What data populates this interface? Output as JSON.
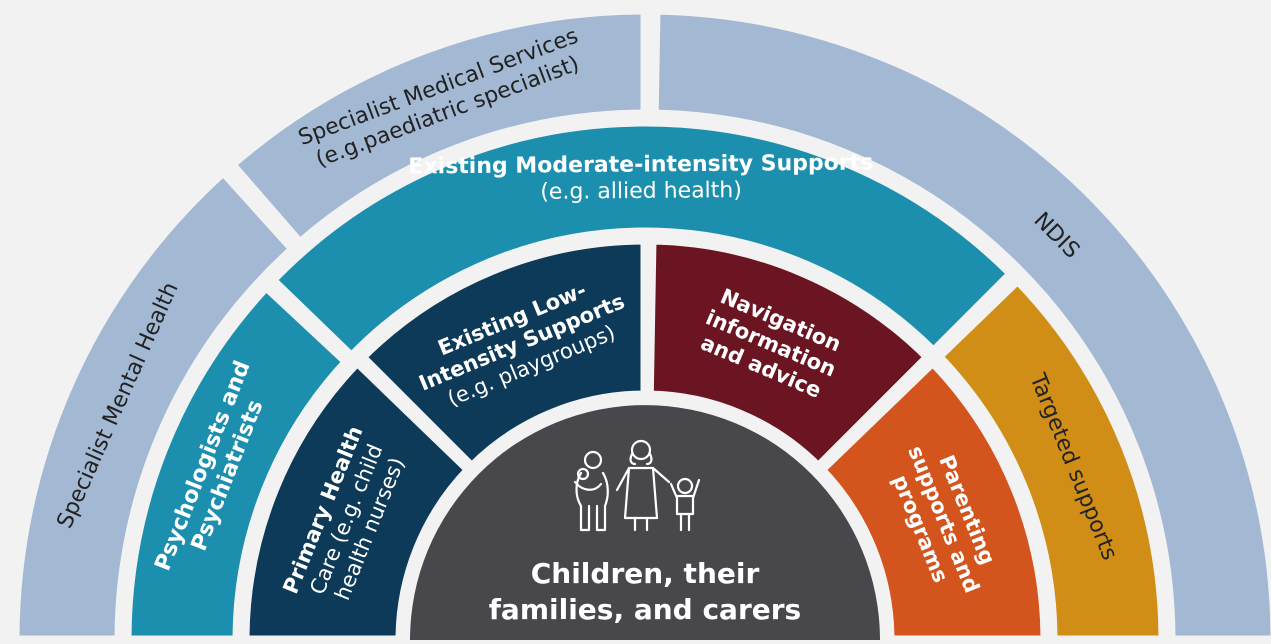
{
  "center": {
    "lines": [
      "Children, their",
      "families, and carers"
    ],
    "icon": "family-icon",
    "color": "#47474c"
  },
  "segments": [
    {
      "id": "specialist-mental-health",
      "ring": 4,
      "a0": 180,
      "a1": 132,
      "color": "#a3b8d3",
      "text_color": "#222222",
      "lines": [
        {
          "t": "Specialist Mental Health",
          "bold": false
        }
      ]
    },
    {
      "id": "specialist-medical-services",
      "ring": 4,
      "a0": 131,
      "a1": 90,
      "color": "#a3b8d3",
      "text_color": "#222222",
      "lines": [
        {
          "t": "Specialist Medical Services",
          "bold": false
        },
        {
          "t": "(e.g.paediatric specialist)",
          "bold": false
        }
      ]
    },
    {
      "id": "ndis",
      "ring": 4,
      "a0": 89,
      "a1": 0,
      "color": "#a3b8d3",
      "text_color": "#222222",
      "lines": [
        {
          "t": "NDIS",
          "bold": false
        }
      ]
    },
    {
      "id": "psychologists-and-psychiatrists",
      "ring": 3,
      "a0": 180,
      "a1": 137,
      "color": "#1b8fad",
      "text_color": "#ffffff",
      "lines": [
        {
          "t": "Psychologists and",
          "bold": true
        },
        {
          "t": "Psychiatrists",
          "bold": true
        }
      ]
    },
    {
      "id": "existing-moderate-intensity-supports",
      "ring": 3,
      "a0": 136,
      "a1": 45,
      "color": "#1b8fad",
      "text_color": "#ffffff",
      "lines": [
        {
          "t": "Existing Moderate-intensity Supports",
          "bold": true
        },
        {
          "t": "(e.g. allied health)",
          "bold": false
        }
      ]
    },
    {
      "id": "targeted-supports",
      "ring": 3,
      "a0": 44,
      "a1": 0,
      "color": "#d08e17",
      "text_color": "#222222",
      "lines": [
        {
          "t": "Targeted supports",
          "bold": false
        }
      ]
    },
    {
      "id": "primary-health-care",
      "ring": 2,
      "a0": 180,
      "a1": 136,
      "color": "#0c3a58",
      "text_color": "#ffffff",
      "lines": [
        {
          "t": "Primary Health",
          "bold": true
        },
        {
          "t": "Care (e.g. child",
          "bold": false
        },
        {
          "t": "health nurses)",
          "bold": false
        }
      ]
    },
    {
      "id": "existing-low-intensity-supports",
      "ring": 2,
      "a0": 135,
      "a1": 90,
      "color": "#0c3a58",
      "text_color": "#ffffff",
      "lines": [
        {
          "t": "Existing Low-",
          "bold": true
        },
        {
          "t": "Intensity Supports",
          "bold": true
        },
        {
          "t": "(e.g. playgroups)",
          "bold": false
        }
      ]
    },
    {
      "id": "navigation-information-and-advice",
      "ring": 2,
      "a0": 89,
      "a1": 45,
      "color": "#6b1523",
      "text_color": "#ffffff",
      "lines": [
        {
          "t": "Navigation",
          "bold": true
        },
        {
          "t": "information",
          "bold": true
        },
        {
          "t": "and advice",
          "bold": true
        }
      ]
    },
    {
      "id": "parenting-supports-and-programs",
      "ring": 2,
      "a0": 44,
      "a1": 0,
      "color": "#d4541d",
      "text_color": "#ffffff",
      "lines": [
        {
          "t": "Parenting",
          "bold": true
        },
        {
          "t": "supports and",
          "bold": true
        },
        {
          "t": "programs",
          "bold": true
        }
      ]
    }
  ]
}
